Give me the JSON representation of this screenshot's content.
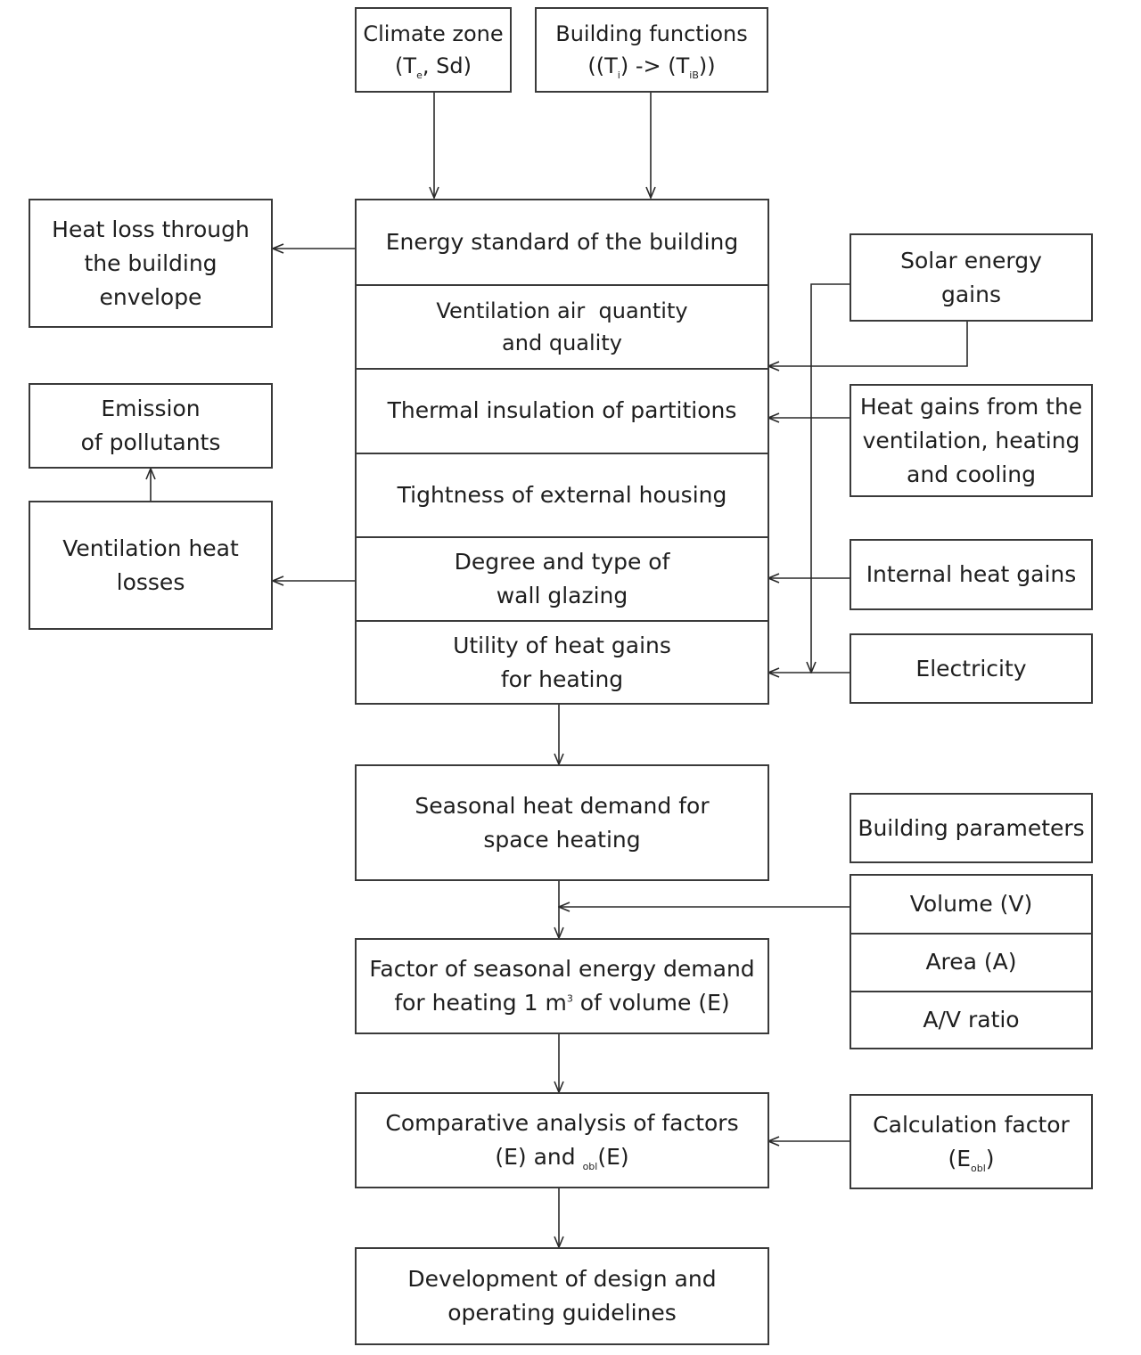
{
  "climate_zone": {
    "line1": "Climate zone",
    "open": "(T",
    "sub": "e",
    "rest": ", Sd)"
  },
  "building_functions": {
    "line1": "Building functions",
    "a": "((T",
    "sub1": "i",
    "b": ") -> (T",
    "sub2": "iB",
    "c": "))"
  },
  "heat_loss_envelope": [
    "Heat loss through",
    "the building",
    "envelope"
  ],
  "emission_pollutants": [
    "Emission",
    "of pollutants"
  ],
  "ventilation_heat_losses": [
    "Ventilation heat",
    "losses"
  ],
  "central_stack": {
    "energy_standard": [
      "Energy standard of the building"
    ],
    "ventilation_air": [
      "Ventilation air  quantity",
      "and quality"
    ],
    "thermal_insulation": [
      "Thermal insulation of partitions"
    ],
    "tightness": [
      "Tightness of external housing"
    ],
    "glazing": [
      "Degree and type of",
      "wall glazing"
    ],
    "utility_gains": [
      "Utility of heat gains",
      "for heating"
    ]
  },
  "solar_gains": [
    "Solar energy",
    "gains"
  ],
  "hvac_gains": [
    "Heat gains from the",
    "ventilation, heating",
    "and cooling"
  ],
  "internal_gains": [
    "Internal heat gains"
  ],
  "electricity": [
    "Electricity"
  ],
  "seasonal_demand": [
    "Seasonal heat demand for",
    "space heating"
  ],
  "building_parameters": {
    "title": "Building parameters",
    "volume": "Volume (V)",
    "area": "Area (A)",
    "ratio": "A/V ratio"
  },
  "factor_demand": {
    "line1": "Factor of seasonal energy demand",
    "a": "for heating 1 m",
    "sup": "3",
    "b": " of volume (E)"
  },
  "comparative": {
    "line1": "Comparative analysis of factors",
    "a": "(E) and ",
    "sub": "obl",
    "b": "(E)"
  },
  "calculation_factor": {
    "line1": "Calculation factor",
    "a": "(E",
    "sub": "obl",
    "b": ")"
  },
  "guidelines": [
    "Development of design and",
    "operating guidelines"
  ]
}
